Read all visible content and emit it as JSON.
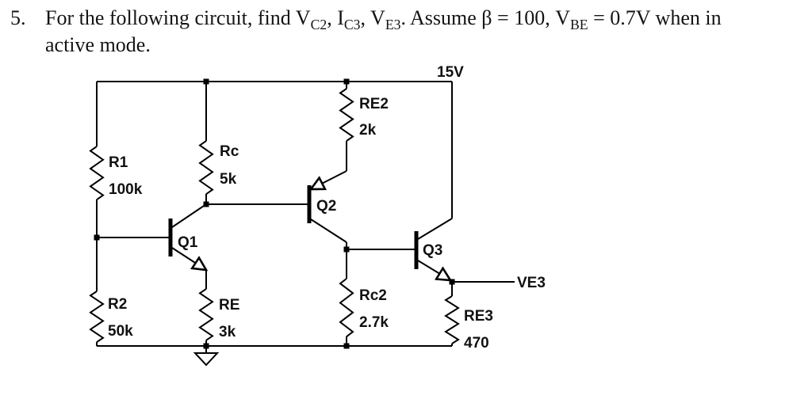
{
  "problem": {
    "number": "5.",
    "parts": [
      "For the following circuit, find V",
      "C2",
      ", I",
      "C3",
      ", V",
      "E3",
      ". Assume β = 100, V",
      "BE",
      " = 0.7V when in"
    ],
    "line2": "active mode."
  },
  "circuit": {
    "supply_label": "15V",
    "net_labels": {
      "ve3": "VE3"
    },
    "components": {
      "r1": {
        "name": "R1",
        "value": "100k"
      },
      "r2": {
        "name": "R2",
        "value": "50k"
      },
      "rc": {
        "name": "Rc",
        "value": "5k"
      },
      "re": {
        "name": "RE",
        "value": "3k"
      },
      "re2": {
        "name": "RE2",
        "value": "2k"
      },
      "rc2": {
        "name": "Rc2",
        "value": "2.7k"
      },
      "re3": {
        "name": "RE3",
        "value": "470"
      },
      "q1": {
        "name": "Q1"
      },
      "q2": {
        "name": "Q2"
      },
      "q3": {
        "name": "Q3"
      }
    }
  }
}
